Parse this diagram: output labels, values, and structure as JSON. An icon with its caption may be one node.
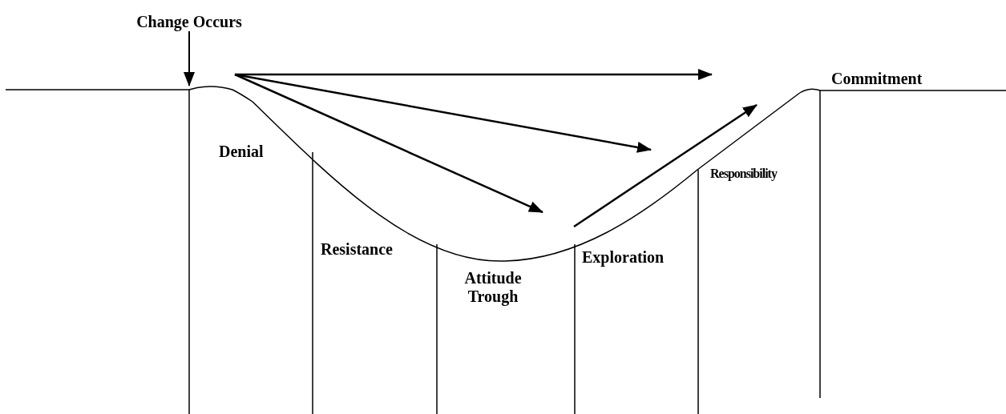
{
  "diagram": {
    "nodes": [
      {
        "text": [
          "Change Occurs"
        ]
      },
      {
        "text": [],
        "shape": "curve"
      }
    ],
    "edges": [
      {
        "from": 0,
        "to": 1,
        "arrow": "to"
      }
    ],
    "labels": [
      "Denial",
      "Resistance",
      "Attitude Trough",
      "Exploration",
      "Responsibility",
      "Commitment"
    ]
  }
}
